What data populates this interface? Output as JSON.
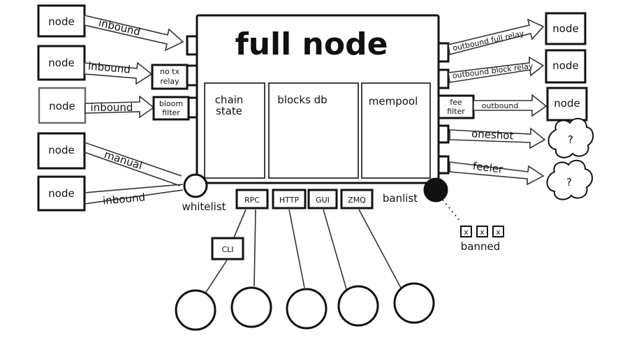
{
  "title": "full node",
  "components": [
    "chain state",
    "blocks db",
    "mempool"
  ],
  "left_nodes": [
    {
      "node": "node",
      "link": "inbound"
    },
    {
      "node": "node",
      "link": "inbound"
    },
    {
      "node": "node",
      "link": "inbound"
    },
    {
      "node": "node",
      "link": "manual"
    },
    {
      "node": "node",
      "link": "inbound"
    }
  ],
  "left_filters": [
    "no tx relay",
    "bloom filter"
  ],
  "right_nodes": [
    {
      "node": "node",
      "link": "outbound full relay"
    },
    {
      "node": "node",
      "link": "outbound block relay"
    },
    {
      "node": "node",
      "link": "outbound"
    }
  ],
  "right_filter": "fee filter",
  "right_clouds": [
    {
      "mark": "?",
      "link": "oneshot"
    },
    {
      "mark": "?",
      "link": "feeler"
    }
  ],
  "whitelist": "whitelist",
  "banlist": "banlist",
  "banned_marks": [
    "x",
    "x",
    "x"
  ],
  "banned": "banned",
  "interfaces": [
    "RPC",
    "HTTP",
    "GUI",
    "ZMQ"
  ],
  "cli": "CLI"
}
